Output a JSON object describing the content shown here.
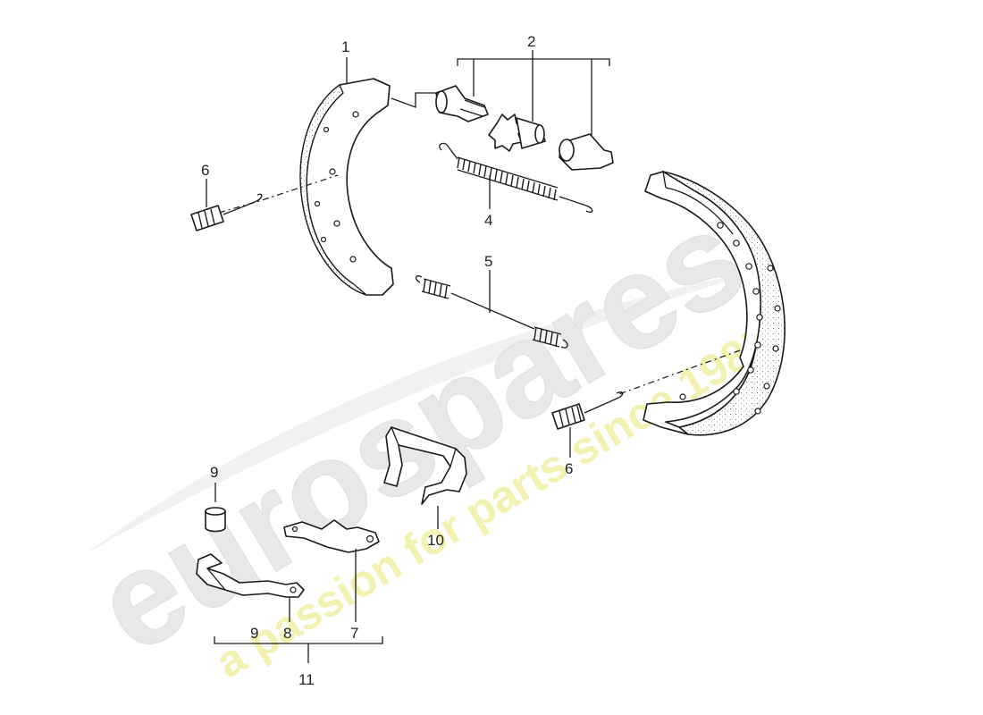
{
  "watermark": {
    "brand": "eurospares",
    "tagline": "a passion for parts since 1985",
    "brand_color": "#e6e6e6",
    "tagline_color": "#f2f0a8"
  },
  "callouts": {
    "c1": "1",
    "c2": "2",
    "c4": "4",
    "c5": "5",
    "c6a": "6",
    "c6b": "6",
    "c7": "7",
    "c8": "8",
    "c9a": "9",
    "c9b": "9",
    "c10": "10",
    "c11": "11"
  }
}
